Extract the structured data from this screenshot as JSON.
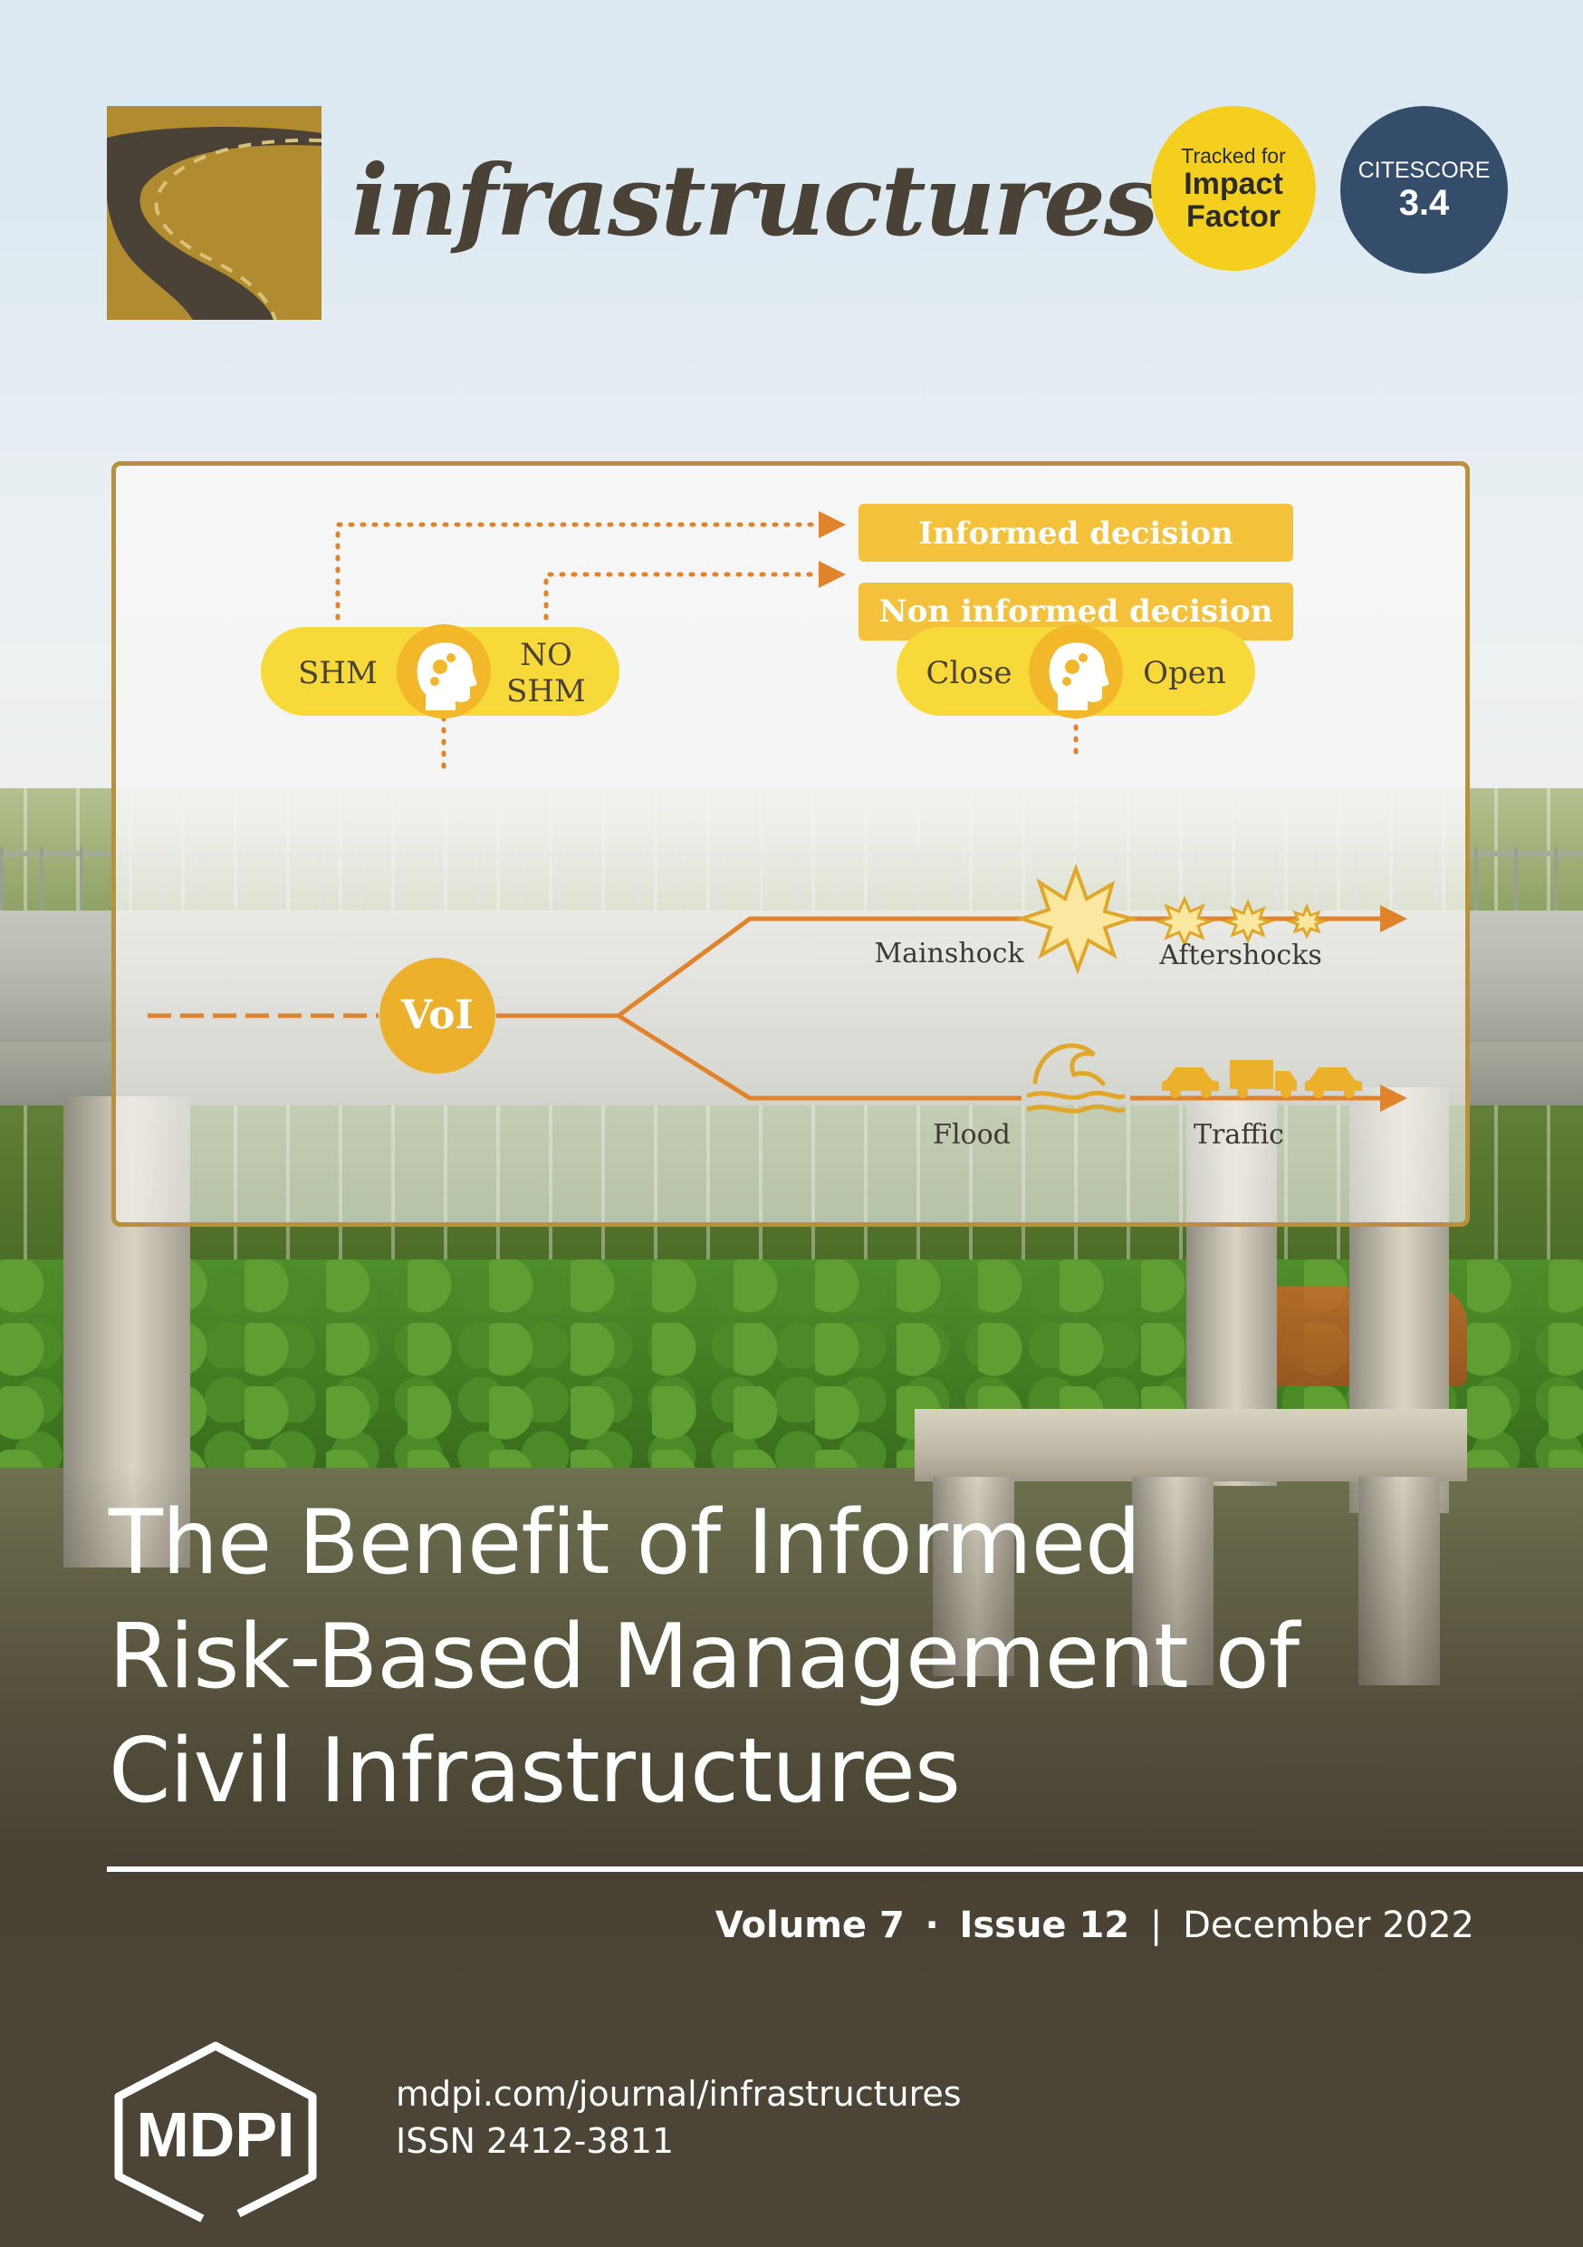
{
  "journal": {
    "name": "infrastructures",
    "logo_icon": "winding-road-icon"
  },
  "badges": {
    "impact_factor": {
      "line1": "Tracked for",
      "line2": "Impact",
      "line3": "Factor",
      "color": "#f5cf1d"
    },
    "citescore": {
      "label": "CITESCORE",
      "value": "3.4",
      "color": "#344d6b"
    }
  },
  "diagram": {
    "informed_decision": "Informed decision",
    "non_informed_decision": "Non informed decision",
    "shm": "SHM",
    "no_shm_1": "NO",
    "no_shm_2": "SHM",
    "close": "Close",
    "open": "Open",
    "voi": "VoI",
    "mainshock": "Mainshock",
    "aftershocks": "Aftershocks",
    "flood": "Flood",
    "traffic": "Traffic",
    "accent_color": "#e0832a",
    "box_color": "#f3c13a",
    "pill_color": "#f8d93a"
  },
  "article": {
    "title_lines": [
      "The Benefit of Informed",
      "Risk-Based Management of",
      "Civil Infrastructures"
    ]
  },
  "issue": {
    "volume": "Volume 7",
    "dot": "·",
    "issue": "Issue 12",
    "bar": "|",
    "date": "December 2022"
  },
  "publisher": {
    "logo_text": "MDPI",
    "url": "mdpi.com/journal/infrastructures",
    "issn": "ISSN 2412-3811"
  }
}
